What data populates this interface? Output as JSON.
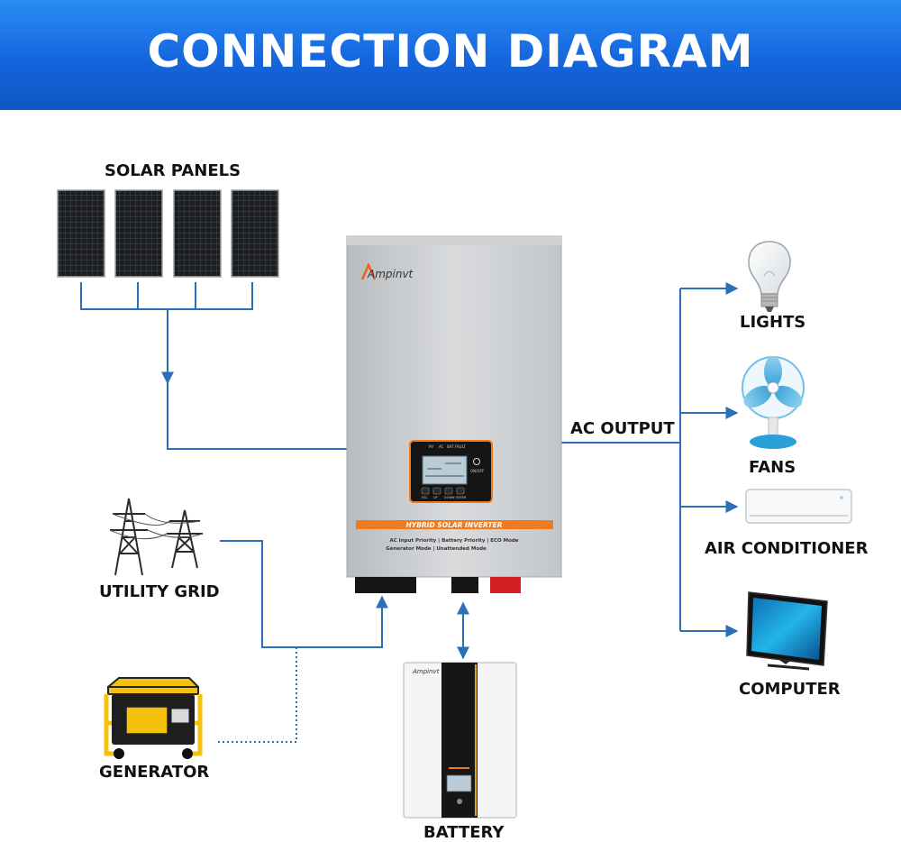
{
  "header": {
    "title": "CONNECTION DIAGRAM"
  },
  "labels": {
    "solar_panels": "SOLAR PANELS",
    "utility_grid": "UTILITY GRID",
    "generator": "GENERATOR",
    "battery": "BATTERY",
    "ac_output": "AC OUTPUT",
    "lights": "LIGHTS",
    "fans": "FANS",
    "air_conditioner": "AIR CONDITIONER",
    "computer": "COMPUTER"
  },
  "inverter": {
    "brand": "Ampinvt",
    "model_strip": "HYBRID SOLAR INVERTER",
    "features_line1": "AC Input Priority  |  Battery Priority  |  ECO Mode",
    "features_line2": "Generator Mode  |  Unattended Mode",
    "indicators": [
      "PV",
      "AC",
      "BAT",
      "FAULT"
    ],
    "buttons": [
      "ESC",
      "UP",
      "DOWN",
      "ENTER"
    ],
    "power_label": "ON/OFF"
  },
  "battery_unit": {
    "brand": "Ampinvt"
  },
  "colors": {
    "connector_blue": "#2b6fb6",
    "banner_blue": "#1565dc",
    "inverter_orange": "#f07a1e"
  }
}
